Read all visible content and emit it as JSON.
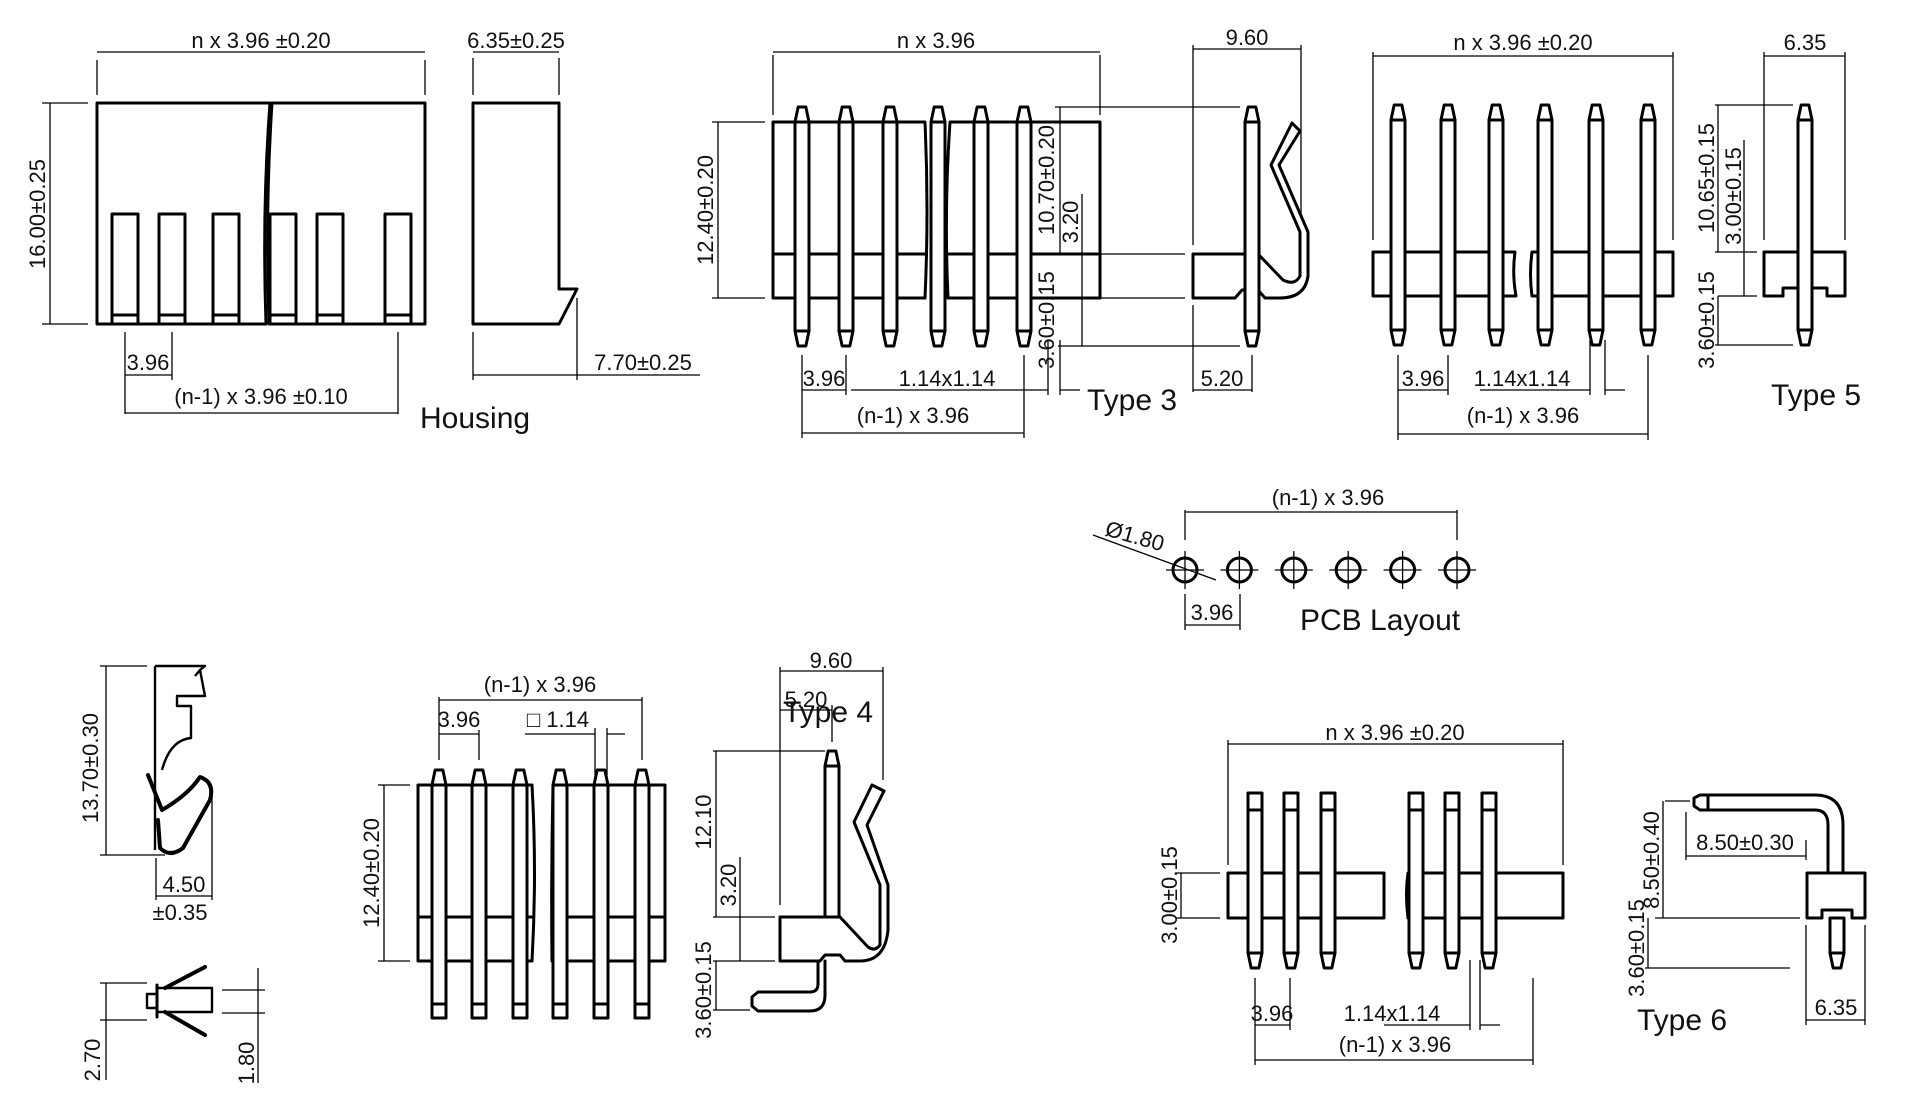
{
  "title": "3.96 mm pitch connector housing and pin header drawings",
  "housing": {
    "label": "Housing",
    "width": "n x 3.96 ±0.20",
    "side_width": "6.35±0.25",
    "height": "16.00±0.25",
    "pitch": "3.96",
    "span": "(n-1) x 3.96 ±0.10",
    "side_depth": "7.70±0.25"
  },
  "type3": {
    "label": "Type 3",
    "width": "n x 3.96",
    "height": "12.40±0.20",
    "pitch": "3.96",
    "pin_size": "1.14x1.14",
    "span": "(n-1) x 3.96",
    "side_width": "9.60",
    "pin_height": "10.70±0.20",
    "upper": "3.20",
    "tail": "3.60±0.15",
    "pin_offset": "5.20"
  },
  "type5": {
    "label": "Type 5",
    "width": "n x 3.96 ±0.20",
    "pitch": "3.96",
    "pin_size": "1.14x1.14",
    "span": "(n-1) x 3.96",
    "side_width": "6.35",
    "pin_height": "10.65±0.15",
    "body": "3.00±0.15",
    "tail": "3.60±0.15"
  },
  "pcb": {
    "label": "PCB Layout",
    "span": "(n-1) x 3.96",
    "hole": "Ø1.80",
    "pitch": "3.96",
    "hole_count": 6
  },
  "terminal": {
    "height": "13.70±0.30",
    "width": "4.50",
    "width_tol": "±0.35",
    "dim_a": "2.70",
    "dim_b": "1.80"
  },
  "type4": {
    "label": "Type 4",
    "span": "(n-1) x 3.96",
    "pitch": "3.96",
    "pin_size": "□ 1.14",
    "height": "12.40±0.20",
    "side_width": "9.60",
    "pin_offset": "5.20",
    "pin_height": "12.10",
    "upper": "3.20",
    "tail": "3.60±0.15"
  },
  "type6": {
    "label": "Type 6",
    "width": "n x 3.96 ±0.20",
    "body": "3.00±0.15",
    "pitch": "3.96",
    "pin_size": "1.14x1.14",
    "span": "(n-1) x 3.96",
    "bend_height": "8.50±0.40",
    "bend_length": "8.50±0.30",
    "tail": "3.60±0.15",
    "side_width": "6.35"
  }
}
